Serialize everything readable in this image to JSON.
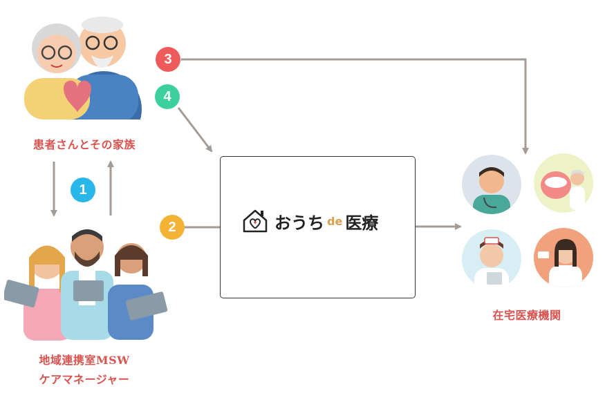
{
  "nodes": {
    "patient_label": "患者さんとその家族",
    "staff_label_line1": "地域連携室MSW",
    "staff_label_line2": "ケアマネージャー",
    "clinic_label": "在宅医療機関"
  },
  "platform": {
    "brand_prefix": "おうち",
    "brand_de": "de",
    "brand_suffix": "医療"
  },
  "steps": [
    {
      "number": "1",
      "color": "#29b6e8"
    },
    {
      "number": "2",
      "color": "#f5b335"
    },
    {
      "number": "3",
      "color": "#ef5a5a"
    },
    {
      "number": "4",
      "color": "#3ecf9e"
    }
  ],
  "colors": {
    "arrow": "#a39b95",
    "label": "#d9534f"
  }
}
